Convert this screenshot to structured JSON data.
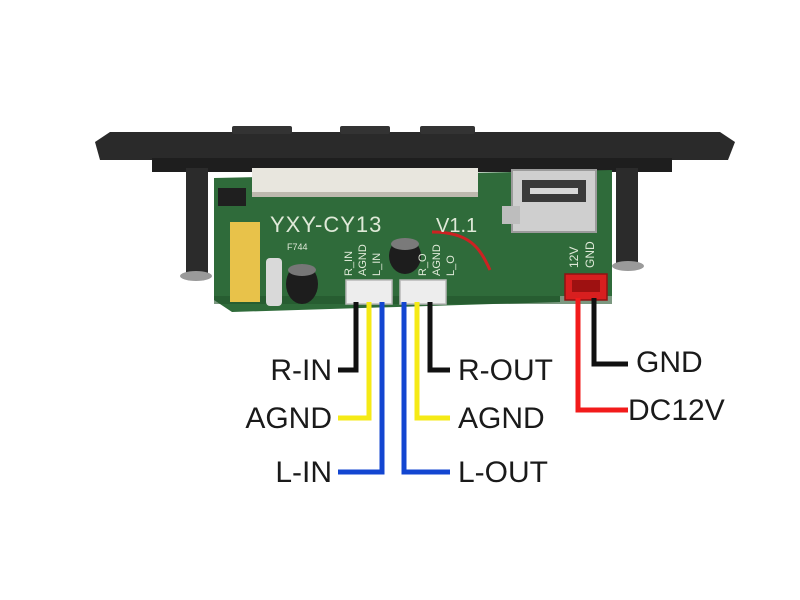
{
  "board": {
    "silkscreen_model": "YXY-CY13",
    "silkscreen_version": "V1.1",
    "silkscreen_power": "12V",
    "silkscreen_gnd": "GND",
    "silkscreen_in": [
      "R_IN",
      "AGND",
      "L_IN"
    ],
    "silkscreen_out": [
      "R_O",
      "AGND",
      "L_O"
    ],
    "silkscreen_part": "F744",
    "colors": {
      "pcb": "#2f6b3a",
      "bezel": "#2a2a2a",
      "connector": "#ededed",
      "power_connector": "#d81f1f"
    }
  },
  "wiring": {
    "left": [
      {
        "label": "R-IN",
        "wire_color": "#111111"
      },
      {
        "label": "AGND",
        "wire_color": "#f5ea16"
      },
      {
        "label": "L-IN",
        "wire_color": "#1346d1"
      }
    ],
    "right": [
      {
        "label": "R-OUT",
        "wire_color": "#111111"
      },
      {
        "label": "AGND",
        "wire_color": "#f5ea16"
      },
      {
        "label": "L-OUT",
        "wire_color": "#1346d1"
      }
    ],
    "power": [
      {
        "label": "GND",
        "wire_color": "#111111"
      },
      {
        "label": "DC12V",
        "wire_color": "#f21b1b"
      }
    ]
  }
}
